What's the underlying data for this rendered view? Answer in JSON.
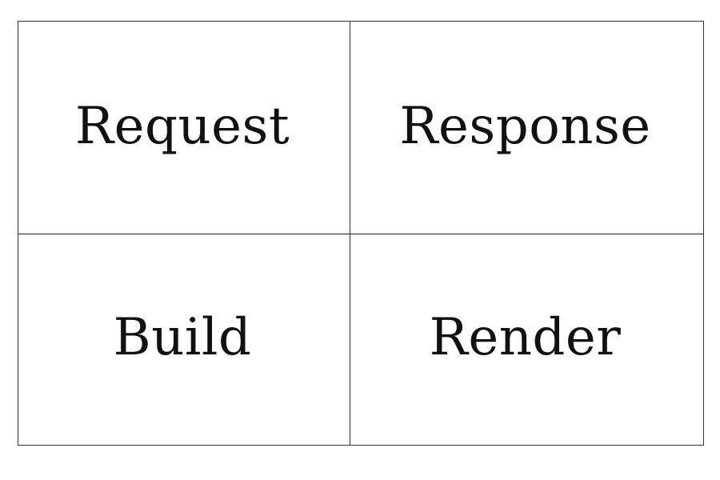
{
  "cells": {
    "top_left": "Request",
    "top_right": "Response",
    "bottom_left": "Build",
    "bottom_right": "Render"
  }
}
